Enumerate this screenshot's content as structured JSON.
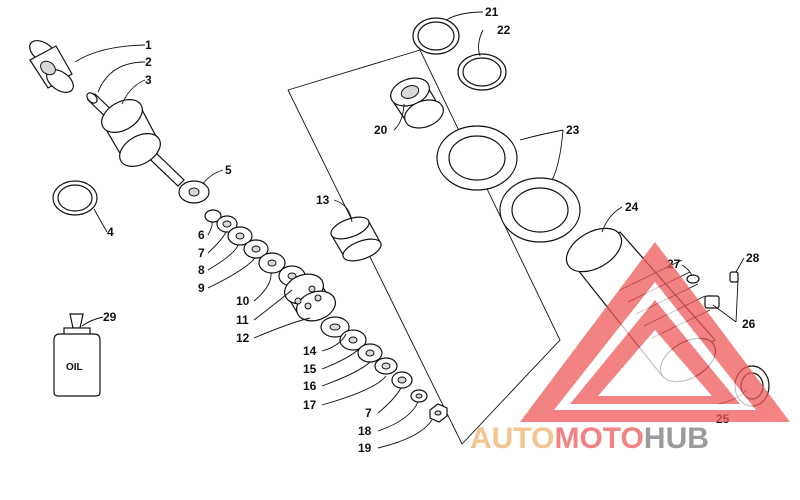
{
  "callouts": [
    "1",
    "2",
    "3",
    "4",
    "5",
    "6",
    "7",
    "8",
    "9",
    "10",
    "11",
    "12",
    "13",
    "14",
    "15",
    "16",
    "17",
    "7",
    "18",
    "19",
    "20",
    "21",
    "22",
    "23",
    "24",
    "25",
    "26",
    "27",
    "28",
    "29"
  ],
  "bottle_label": "OIL",
  "watermark": {
    "part_a": "AUTO",
    "part_b": "MOTO",
    "part_c": "HUB",
    "color_a": "#f0b26c",
    "color_b": "#ef5a5a",
    "color_c": "#7a7a7a",
    "logo_color": "#f05a5a"
  }
}
